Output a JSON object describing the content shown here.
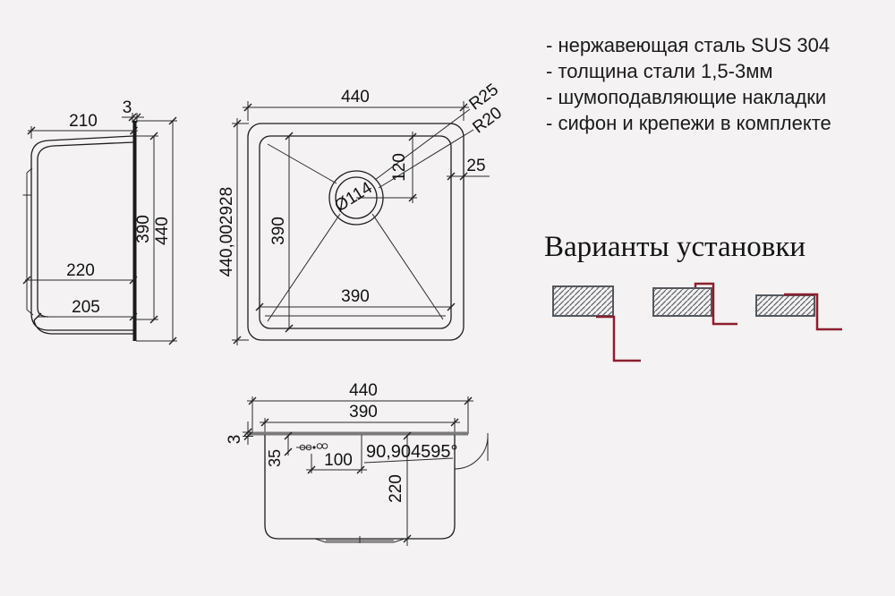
{
  "features": {
    "items": [
      "- нержавеющая сталь SUS 304",
      "- толщина стали 1,5-3мм",
      "- шумоподавляющие накладки",
      "- сифон и крепежи в комплекте"
    ]
  },
  "install": {
    "title": "Варианты установки"
  },
  "top_view": {
    "width": "440",
    "height": "440,002928",
    "bowl_width": "390",
    "bowl_height": "390",
    "drain_diameter": "Ø114",
    "drain_offset": "120",
    "rim_width": "25",
    "outer_radius": "R25",
    "inner_radius": "R20"
  },
  "side_view": {
    "flange_thickness": "3",
    "top_width": "210",
    "inner_height": "390",
    "outer_height": "440",
    "mid_width": "220",
    "bottom_width": "205"
  },
  "front_view": {
    "width": "440",
    "bowl_width": "390",
    "flange_thickness": "3",
    "hole_offset": "35",
    "hole_spacing": "100",
    "depth": "220",
    "wall_angle": "90,904595°"
  },
  "colors": {
    "accent_red": "#8b1f2f"
  }
}
